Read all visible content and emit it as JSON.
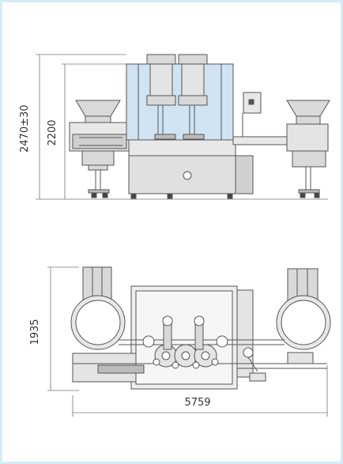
{
  "dimensions": {
    "front_total_height": "2470±30",
    "front_body_height": "2200",
    "top_width": "1935",
    "top_length": "5759"
  },
  "colors": {
    "frame_border": "#d6eaf6",
    "glass": "#cfe3f3",
    "metal": "#d9d9d9",
    "line": "#555555"
  }
}
